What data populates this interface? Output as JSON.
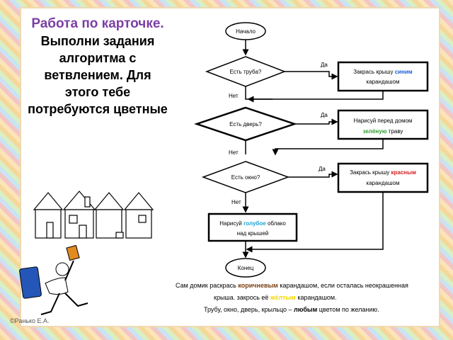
{
  "left_panel": {
    "title": "Работа по карточке.",
    "body": "Выполни задания алгоритма с ветвлением. Для этого тебе потребуются цветные"
  },
  "flowchart": {
    "start": "Начало",
    "end": "Конец",
    "yes": "Да",
    "no": "Нет",
    "decision1": "Есть труба?",
    "decision2": "Есть дверь?",
    "decision3": "Есть окно?",
    "action1": {
      "a": "Закрась крышу",
      "color": "синим",
      "b": "карандашом"
    },
    "action2": {
      "a": "Нарисуй перед домом",
      "color": "зелёную",
      "b": "траву"
    },
    "action3": {
      "a": "Закрась крышу",
      "color": "красным",
      "b": "карандашом"
    },
    "action4": {
      "a": "Нарисуй",
      "color": "голубое",
      "b": "облако",
      "c": "над крышей"
    }
  },
  "footer": {
    "l1a": "Сам домик раскрась",
    "l1c": "коричневым",
    "l1b": "карандашом, если осталась неокрашенная",
    "l2a": "крыша. закрось её",
    "l2c": "жёлтым",
    "l2b": "карандашом.",
    "l3a": "Трубу, окно, дверь, крыльцо –",
    "l3c": "любым",
    "l3b": "цветом по желанию."
  },
  "copyright": "©Ранько Е.А.",
  "colors": {
    "title": "#7b3fa3",
    "blue": "#1a5fd6",
    "green": "#2e9c2e",
    "red": "#d22020",
    "cyan": "#1aa3d6",
    "brown": "#7a3f12",
    "yellow": "#f2d800"
  }
}
